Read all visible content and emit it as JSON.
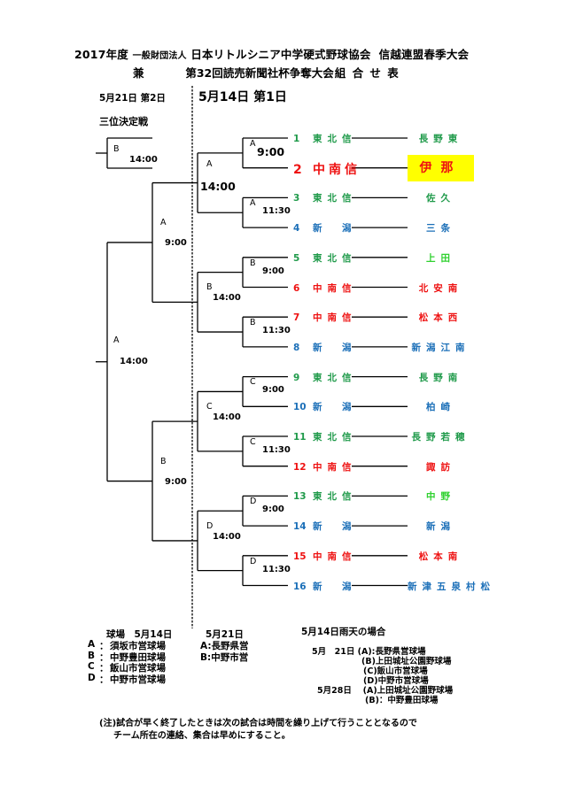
{
  "header": {
    "title_year": "2017年度",
    "title_org_prefix": "一般財団法人",
    "title_org": "日本リトルシニア中学硬式野球協会",
    "title_event": "信越連盟春季大会",
    "title2_prefix": "兼",
    "title2_event": "第32回読売新聞社杯争奪大会",
    "title2_suffix": "組 合 せ 表",
    "day2_label": "5月21日 第2日",
    "day1_label": "5月14日 第1日",
    "third_place_label": "三位決定戦"
  },
  "colors": {
    "green": "#1f9a4a",
    "bright_green": "#2fd12f",
    "red": "#ee1111",
    "blue": "#1b6fb8",
    "highlight": "#ffff00"
  },
  "third_place": {
    "venue": "B",
    "time": "14:00"
  },
  "final": {
    "venue": "A",
    "time": "14:00"
  },
  "semifinals": [
    {
      "venue": "A",
      "time": "9:00"
    },
    {
      "venue": "B",
      "time": "9:00"
    }
  ],
  "quarterfinals": [
    {
      "venue": "A",
      "time": "14:00"
    },
    {
      "venue": "B",
      "time": "14:00"
    },
    {
      "venue": "C",
      "time": "14:00"
    },
    {
      "venue": "D",
      "time": "14:00"
    }
  ],
  "first_round": [
    {
      "venue": "A",
      "time": "9:00"
    },
    {
      "venue": "A",
      "time": "11:30"
    },
    {
      "venue": "B",
      "time": "9:00"
    },
    {
      "venue": "B",
      "time": "11:30"
    },
    {
      "venue": "C",
      "time": "9:00"
    },
    {
      "venue": "C",
      "time": "11:30"
    },
    {
      "venue": "D",
      "time": "9:00"
    },
    {
      "venue": "D",
      "time": "11:30"
    }
  ],
  "teams": [
    {
      "num": "1",
      "league": "東北信",
      "team": "長野東",
      "color": "green"
    },
    {
      "num": "2",
      "league": "中南信",
      "team": "伊那",
      "color": "red",
      "highlight": true
    },
    {
      "num": "3",
      "league": "東北信",
      "team": "佐久",
      "color": "green"
    },
    {
      "num": "4",
      "league": "新　潟",
      "team": "三条",
      "color": "blue"
    },
    {
      "num": "5",
      "league": "東北信",
      "team": "上田",
      "color": "green",
      "team_color": "bright_green"
    },
    {
      "num": "6",
      "league": "中南信",
      "team": "北安南",
      "color": "red"
    },
    {
      "num": "7",
      "league": "中南信",
      "team": "松本西",
      "color": "red"
    },
    {
      "num": "8",
      "league": "新　潟",
      "team": "新潟江南",
      "color": "blue"
    },
    {
      "num": "9",
      "league": "東北信",
      "team": "長野南",
      "color": "green"
    },
    {
      "num": "10",
      "league": "新　潟",
      "team": "柏崎",
      "color": "blue"
    },
    {
      "num": "11",
      "league": "東北信",
      "team": "長野若穂",
      "color": "green"
    },
    {
      "num": "12",
      "league": "中南信",
      "team": "諏訪",
      "color": "red"
    },
    {
      "num": "13",
      "league": "東北信",
      "team": "中野",
      "color": "green",
      "team_color": "bright_green"
    },
    {
      "num": "14",
      "league": "新　潟",
      "team": "新潟",
      "color": "blue"
    },
    {
      "num": "15",
      "league": "中南信",
      "team": "松本南",
      "color": "red"
    },
    {
      "num": "16",
      "league": "新　潟",
      "team": "新津五泉村松",
      "color": "blue"
    }
  ],
  "venues": {
    "heading": "球場　5月14日",
    "day1": [
      {
        "key": "A",
        "sep": "：",
        "name": "須坂市営球場"
      },
      {
        "key": "B",
        "sep": "：",
        "name": "中野豊田球場"
      },
      {
        "key": "C",
        "sep": "：",
        "name": "飯山市営球場"
      },
      {
        "key": "D",
        "sep": "：",
        "name": "中野市営球場"
      }
    ],
    "day2_heading": "5月21日",
    "day2": [
      {
        "text": "A:長野県営"
      },
      {
        "text": "B:中野市営"
      }
    ]
  },
  "rain": {
    "heading": "5月14日雨天の場合",
    "lines": [
      "5月　21日 (A):長野県営球場",
      "(B)上田城址公園野球場",
      "(C)飯山市営球場",
      "(D)中野市営球場",
      "5月28日　 (A)上田城址公園野球場",
      "(B)：中野豊田球場"
    ]
  },
  "footnote": {
    "line1": "(注)試合が早く終了したときは次の試合は時間を繰り上げて行うこととなるので",
    "line2": "チーム所在の連絡、集合は早めにすること。"
  }
}
